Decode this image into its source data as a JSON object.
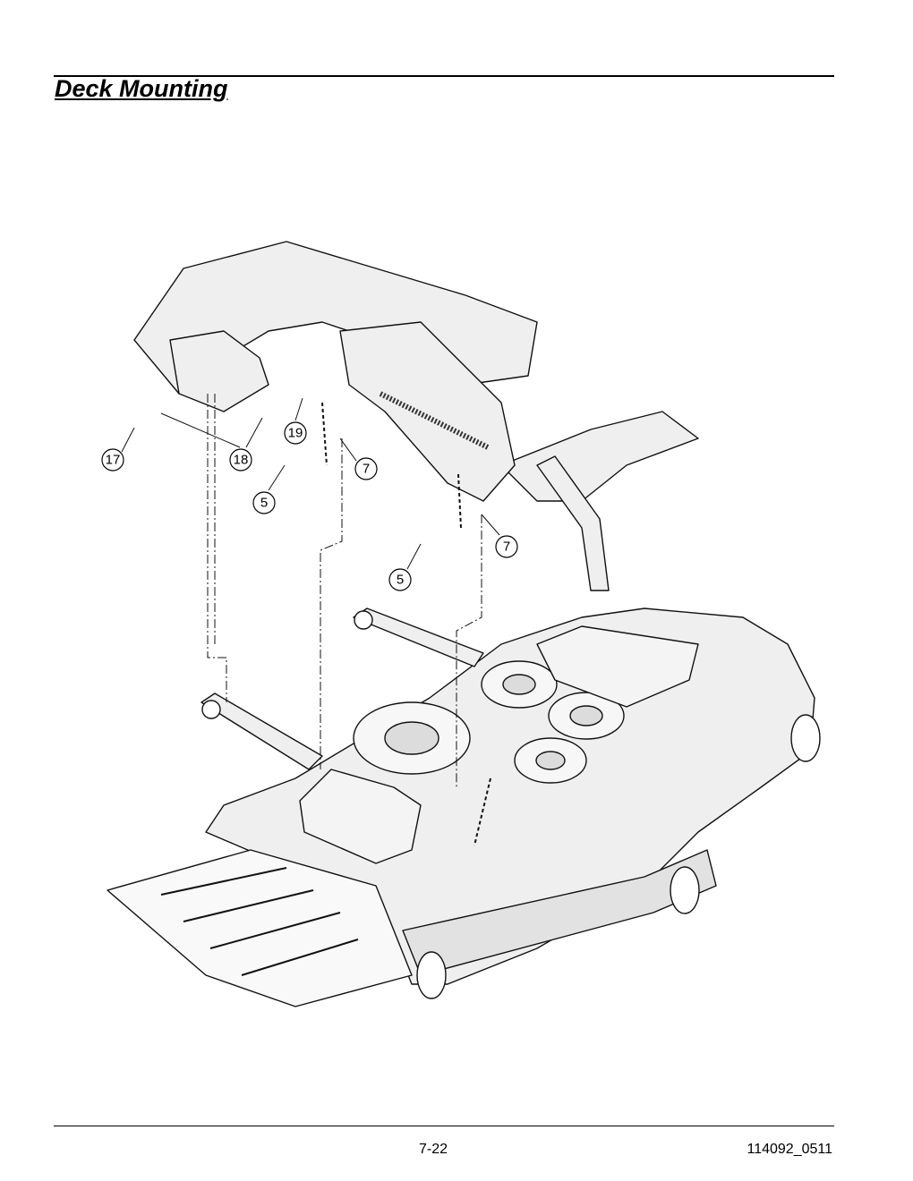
{
  "header": {
    "title": "Deck Mounting"
  },
  "footer": {
    "page_number": "7-22",
    "doc_id": "114092_0511"
  },
  "callouts": [
    {
      "id": "c17",
      "label": "17"
    },
    {
      "id": "c18",
      "label": "18"
    },
    {
      "id": "c19",
      "label": "19"
    },
    {
      "id": "c7a",
      "label": "7"
    },
    {
      "id": "c5a",
      "label": "5"
    },
    {
      "id": "c7b",
      "label": "7"
    },
    {
      "id": "c5b",
      "label": "5"
    }
  ]
}
